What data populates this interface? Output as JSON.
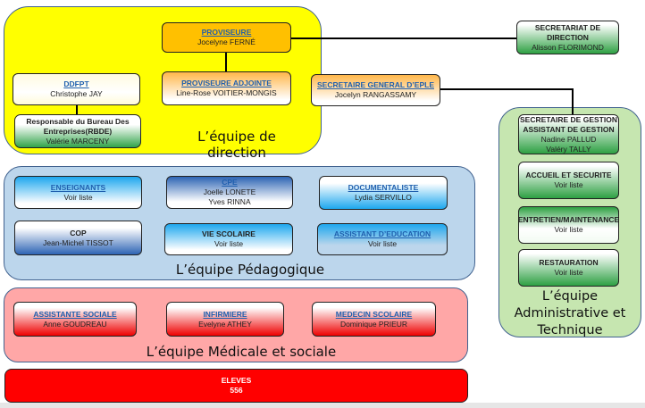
{
  "groups": {
    "direction": {
      "label": "L’équipe de direction",
      "color": "#ffff00"
    },
    "pedagogique": {
      "label": "L’équipe Pédagogique",
      "color": "#bcd6ec"
    },
    "medicale": {
      "label": "L’équipe Médicale et sociale",
      "color": "#ffa7a7"
    },
    "administrative": {
      "label_line1": "L’équipe",
      "label_line2": "Administrative et",
      "label_line3": "Technique",
      "color": "#c6e6b0"
    }
  },
  "nodes": {
    "proviseure": {
      "title": "PROVISEURE",
      "name": "Jocelyne FERNÉ"
    },
    "proviseure_adjointe": {
      "title": "PROVISEURE ADJOINTE",
      "name": "Line-Rose VOITIER-MONGIS"
    },
    "ddfpt": {
      "title": "DDFPT",
      "name": "Christophe JAY"
    },
    "rbde": {
      "title_line1": "Responsable du Bureau Des",
      "title_line2": "Entreprises(RBDE)",
      "name": "Valérie  MARCENY"
    },
    "secretaire_general": {
      "title": "SECRETAIRE GENERAL D’EPLE",
      "name": "Jocelyn RANGASSAMY"
    },
    "secretariat_direction": {
      "title": "SECRETARIAT DE DIRECTION",
      "name": "Alisson FLORIMOND"
    },
    "secretaire_gestion": {
      "title_line1": "SECRETAIRE DE GESTION",
      "title_line2": "ASSISTANT DE GESTION",
      "name1": "Nadine PALLUD",
      "name2": "Valéry TALLY"
    },
    "accueil": {
      "title": "ACCUEIL ET SECURITE",
      "name": "Voir liste"
    },
    "entretien": {
      "title": "ENTRETIEN/MAINTENANCE",
      "name": "Voir liste"
    },
    "restauration": {
      "title": "RESTAURATION",
      "name": "Voir liste"
    },
    "enseignants": {
      "title": "ENSEIGNANTS",
      "name": "Voir liste"
    },
    "cpe": {
      "title": "CPE",
      "name1": "Joelle LONETE",
      "name2": "Yves RINNA"
    },
    "documentaliste": {
      "title": "DOCUMENTALISTE",
      "name": "Lydia SERVILLO"
    },
    "cop": {
      "title": "COP",
      "name": "Jean-Michel TISSOT"
    },
    "vie_scolaire": {
      "title": "VIE SCOLAIRE",
      "name": "Voir liste"
    },
    "assistant_education": {
      "title": "ASSISTANT D’EDUCATION",
      "name": "Voir liste"
    },
    "assistante_sociale": {
      "title": "ASSISTANTE SOCIALE",
      "name": "Anne GOUDREAU"
    },
    "infirmiere": {
      "title": "INFIRMIERE",
      "name": "Evelyne ATHEY"
    },
    "medecin": {
      "title": "MEDECIN SCOLAIRE",
      "name": "Dominique PRIEUR"
    },
    "eleves": {
      "title": "ELEVES",
      "count": "556"
    }
  }
}
